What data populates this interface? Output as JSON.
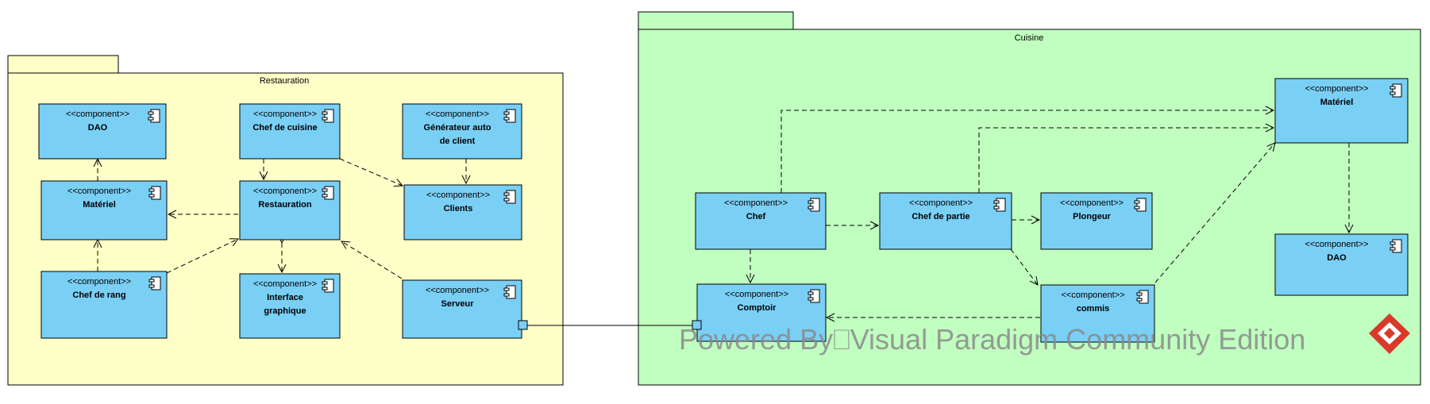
{
  "packages": {
    "restauration": {
      "title": "Restauration"
    },
    "cuisine": {
      "title": "Cuisine"
    }
  },
  "stereotype": "<<component>>",
  "components": {
    "dao_r": {
      "name": [
        "DAO"
      ]
    },
    "chef_cuisine": {
      "name": [
        "Chef de cuisine"
      ]
    },
    "generateur": {
      "name": [
        "Générateur auto",
        "de client"
      ]
    },
    "materiel_r": {
      "name": [
        "Matériel"
      ]
    },
    "restauration": {
      "name": [
        "Restauration"
      ]
    },
    "clients": {
      "name": [
        "Clients"
      ]
    },
    "chef_rang": {
      "name": [
        "Chef de rang"
      ]
    },
    "interface": {
      "name": [
        "Interface",
        "graphique"
      ]
    },
    "serveur": {
      "name": [
        "Serveur"
      ]
    },
    "chef": {
      "name": [
        "Chef"
      ]
    },
    "chef_partie": {
      "name": [
        "Chef de partie"
      ]
    },
    "plongeur": {
      "name": [
        "Plongeur"
      ]
    },
    "materiel_c": {
      "name": [
        "Matériel"
      ]
    },
    "dao_c": {
      "name": [
        "DAO"
      ]
    },
    "comptoir": {
      "name": [
        "Comptoir"
      ]
    },
    "commis": {
      "name": [
        "commis"
      ]
    }
  },
  "watermark": "Powered By⎕Visual Paradigm Community Edition",
  "colors": {
    "restauration_fill": "#ffffc8",
    "cuisine_fill": "#c0ffc0",
    "component_fill": "#7acff5",
    "stroke": "#000000"
  }
}
